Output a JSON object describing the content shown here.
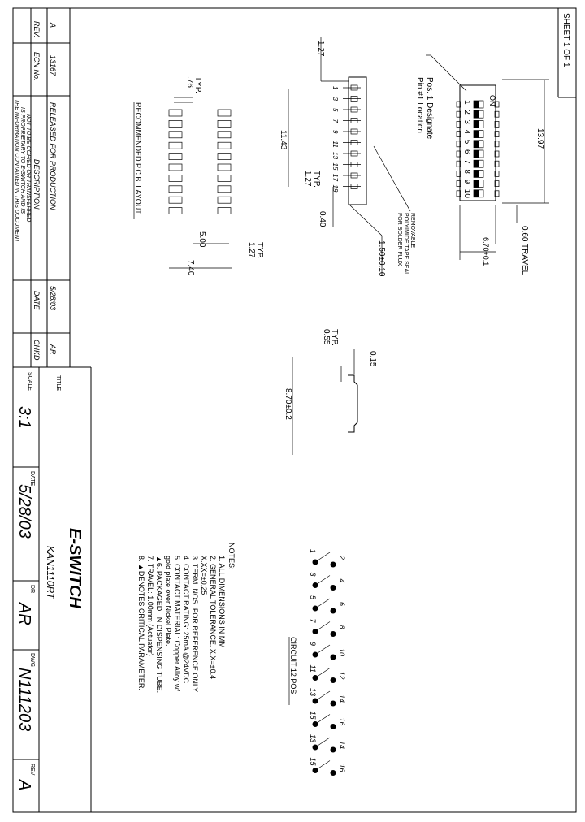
{
  "sheet": "SHEET 1 OF 1",
  "revision_block": {
    "headers": {
      "rev": "REV.",
      "ecn": "ECN No.",
      "description": "DESCRIPTION",
      "date": "DATE",
      "chkd": "CHKD"
    },
    "row": {
      "rev": "A",
      "ecn": "13167",
      "description": "RELEASED FOR PRODUCTION",
      "date": "5/28/03",
      "chkd": "AR"
    },
    "notice_lines": [
      "THE INFORMATION CONTAINED IN THIS DOCUMENT",
      "IS PROPRIETARY TO E-SWITCH AND IS",
      "NOT TO BE COPIED OR TRANSFERRED"
    ]
  },
  "title_block": {
    "title_label": "TITLE",
    "title": "KAN1110RT",
    "logo": "E-SWITCH",
    "scale_label": "SCALE",
    "scale": "3:1",
    "date_label": "DATE",
    "date": "5/28/03",
    "dr_label": "DR",
    "dr": "AR",
    "dwg_label": "DWG",
    "dwg": "N111203",
    "rev_label": "REV",
    "rev": "A"
  },
  "top_view": {
    "pos1_lines": [
      "Pos. 1 Designate",
      "Pin #1 Location"
    ],
    "on_label": "ON",
    "position_numbers": [
      "1",
      "2",
      "3",
      "4",
      "5",
      "6",
      "7",
      "8",
      "9",
      "10"
    ],
    "dim_length": "13.97",
    "dim_travel": "0.60 TRAVEL",
    "dim_width": "6.70+0.1"
  },
  "side_view": {
    "dim_pitch": "1.27",
    "dim_row_length": "11.43",
    "dim_typ_pitch": "1.27\nTYP.",
    "dim_pin": "0.40",
    "dim_height": "1.50±0.10",
    "pin_numbers": [
      "1",
      "3",
      "5",
      "7",
      "9",
      "11",
      "13",
      "15",
      "17",
      "19"
    ],
    "tape_note": [
      "REMOVABLE",
      "POLYIMIDE TAPE SEAL",
      "FOR SOLDER FLUX"
    ]
  },
  "pcb_layout": {
    "title": "RECOMMENDED P.C.B. LAYOUT",
    "dim_pad": ".76\nTYP.",
    "dim_pitch": "1.27\nTYP.",
    "dim_inner": "5.00",
    "dim_outer": "7.40"
  },
  "end_view": {
    "dim_thickness": "0.55\nTYP.",
    "dim_offset": "0.15",
    "dim_span": "8.70±0.2"
  },
  "notes": {
    "heading": "NOTES:",
    "items": [
      "1. ALL DIMENSIONS IN MM",
      "2. GENERAL TOLERANCE: X.X=±0.4",
      "                              X.XX=±0.25",
      "3. TERM. NOS. FOR REFERENCE ONLY.",
      "4. CONTACT RATING: 25mA @24VDC.",
      "5. CONTACT MATERIAL: Copper Alloy w/",
      "                         gold plate over Nickel Plate.",
      "▲6. PACKAGED: IN DISPENSING TUBE.",
      "7. TRAVEL: 1.00mm (Actuator)",
      "8. ▲DENOTES CRITICAL PARAMETER."
    ]
  },
  "circuit": {
    "title": "CIRCUIT 12 POS",
    "left_numbers": [
      "1",
      "3",
      "5",
      "7",
      "9",
      "11",
      "13",
      "15",
      "13",
      "15"
    ],
    "right_numbers": [
      "2",
      "4",
      "6",
      "8",
      "10",
      "12",
      "14",
      "16",
      "14",
      "16"
    ]
  }
}
